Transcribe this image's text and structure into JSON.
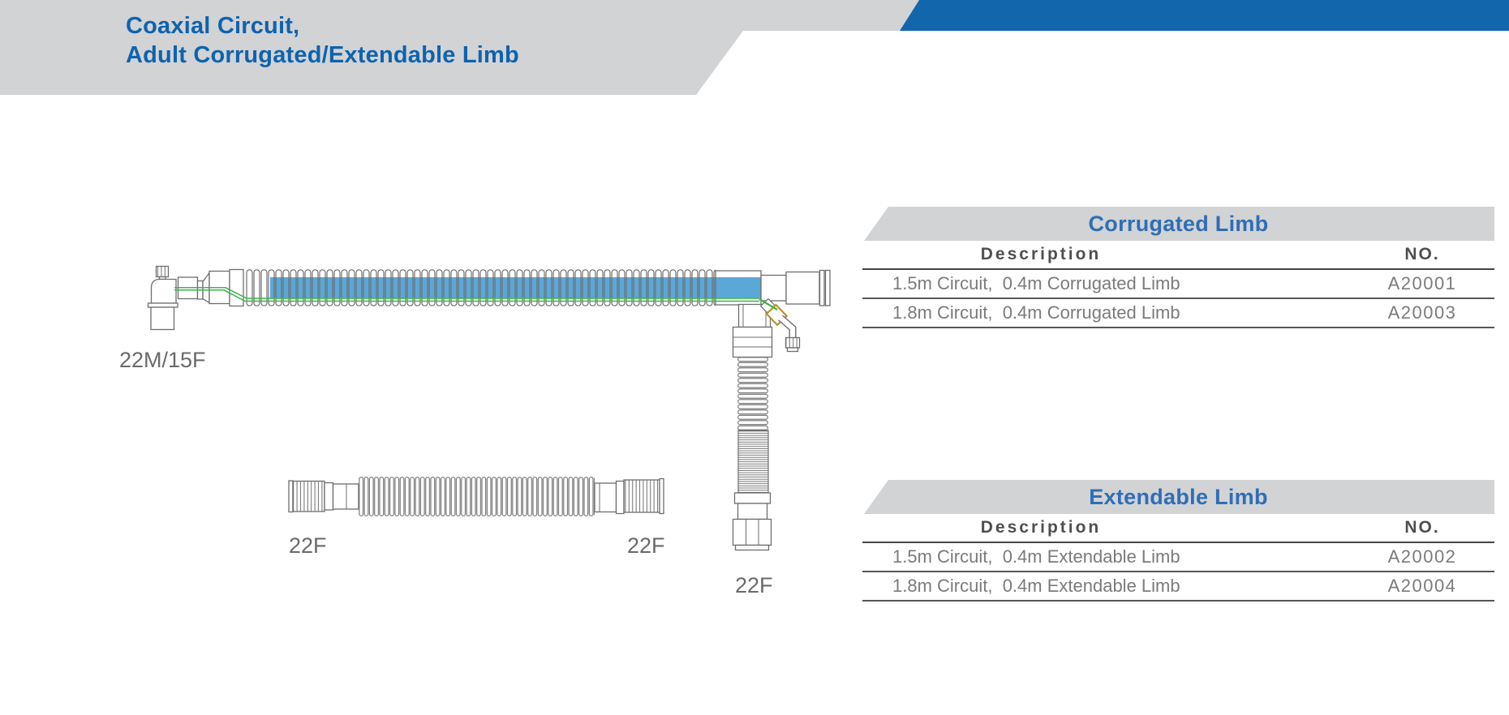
{
  "header": {
    "title_line1": "Coaxial Circuit,",
    "title_line2": "Adult Corrugated/Extendable Limb"
  },
  "colors": {
    "brand_blue": "#1166ac",
    "band_gray": "#d2d3d5",
    "table_title_blue": "#2e6eb6",
    "row_text_gray": "#7b7b7b",
    "tube_blue": "#5ba8d8",
    "sampling_line_green": "#3fb44c",
    "gas_cap_tan": "#b8912f",
    "outline_gray": "#6e6e6e"
  },
  "diagram": {
    "labels": {
      "elbow_connector": "22M/15F",
      "limb_bottom_connector": "22F",
      "tube_left_connector": "22F",
      "tube_right_connector": "22F"
    }
  },
  "tables": [
    {
      "title": "Corrugated Limb",
      "columns": {
        "description": "Description",
        "no": "NO."
      },
      "rows": [
        {
          "description": "1.5m Circuit,  0.4m Corrugated Limb",
          "no": "A20001"
        },
        {
          "description": "1.8m Circuit,  0.4m Corrugated Limb",
          "no": "A20003"
        }
      ]
    },
    {
      "title": "Extendable Limb",
      "columns": {
        "description": "Description",
        "no": "NO."
      },
      "rows": [
        {
          "description": "1.5m Circuit,  0.4m Extendable Limb",
          "no": "A20002"
        },
        {
          "description": "1.8m Circuit,  0.4m Extendable Limb",
          "no": "A20004"
        }
      ]
    }
  ]
}
